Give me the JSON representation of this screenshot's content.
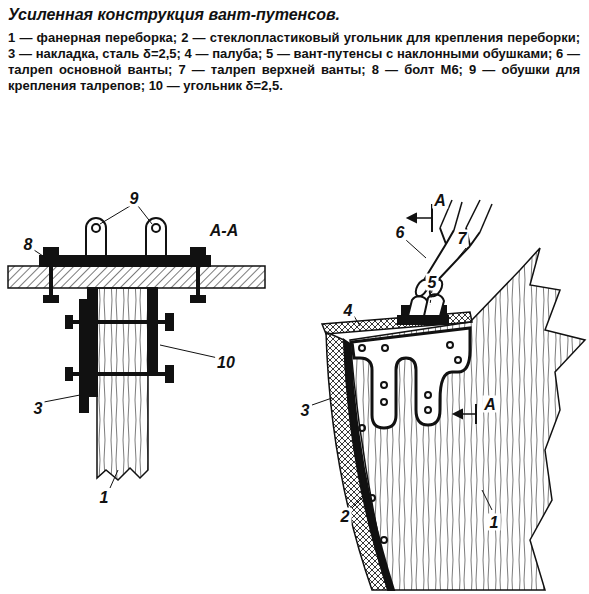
{
  "diagram": {
    "title": "Усиленная конструкция вант-путенсов.",
    "caption": "1 — фанерная переборка; 2 — стеклопластиковый угольник для крепления переборки; 3 — накладка, сталь δ=2,5; 4 — палуба; 5 — вант-путенсы с наклонными обушками; 6 — талреп основной ванты; 7 — талреп верхней ванты; 8 — болт М6; 9 — обушки для крепления талрепов; 10 — угольник δ=2,5.",
    "labels": [
      "8",
      "9",
      "А-А",
      "10",
      "3",
      "1",
      "А",
      "6",
      "7",
      "5",
      "4",
      "3",
      "А",
      "2",
      "1"
    ]
  }
}
